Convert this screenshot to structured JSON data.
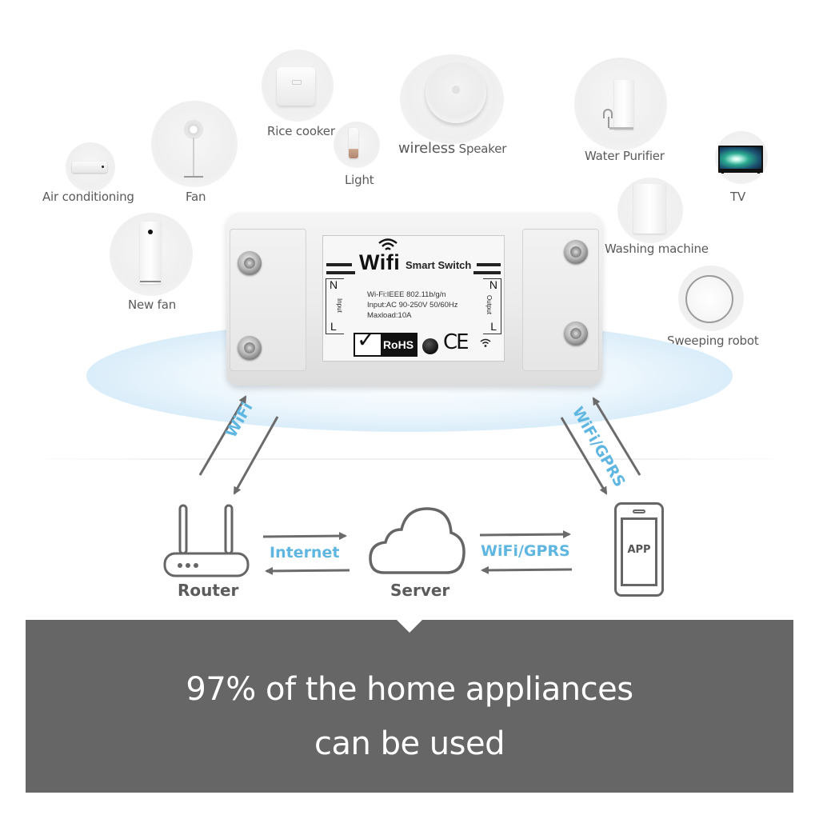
{
  "appliances": [
    {
      "id": "air-conditioning",
      "label": "Air conditioning"
    },
    {
      "id": "fan",
      "label": "Fan"
    },
    {
      "id": "rice-cooker",
      "label": "Rice cooker"
    },
    {
      "id": "light",
      "label": "Light"
    },
    {
      "id": "wireless-speaker",
      "label_prefix": "wireless",
      "label_suffix": "Speaker"
    },
    {
      "id": "water-purifier",
      "label": "Water Purifier"
    },
    {
      "id": "tv",
      "label": "TV"
    },
    {
      "id": "washing-machine",
      "label": "Washing machine"
    },
    {
      "id": "new-fan",
      "label": "New fan"
    },
    {
      "id": "sweeping-robot",
      "label": "Sweeping robot"
    }
  ],
  "device": {
    "brand": "Wifi",
    "model": "Smart Switch",
    "specs": [
      "Wi-Fi:IEEE 802.11b/g/n",
      "Input:AC 90-250V 50/60Hz",
      "Maxload:10A"
    ],
    "input_terminal": {
      "top": "N",
      "label": "Input",
      "bottom": "L"
    },
    "output_terminal": {
      "top": "N",
      "label": "Output",
      "bottom": "L"
    },
    "certifications": {
      "rohs": "RoHS",
      "ce": "CE"
    }
  },
  "diagram": {
    "links": {
      "device_router": "WiFi",
      "device_app": "WiFi/GPRS",
      "router_server": "Internet",
      "server_app": "WiFi/GPRS"
    },
    "nodes": {
      "router": "Router",
      "server": "Server",
      "app": "APP"
    },
    "colors": {
      "link_label": "#5fb6e0",
      "arrow": "#6b6b6b",
      "node": "#5b5b5b"
    }
  },
  "banner": {
    "line1": "97% of the home appliances",
    "line2": "can be used",
    "background": "#666666"
  }
}
